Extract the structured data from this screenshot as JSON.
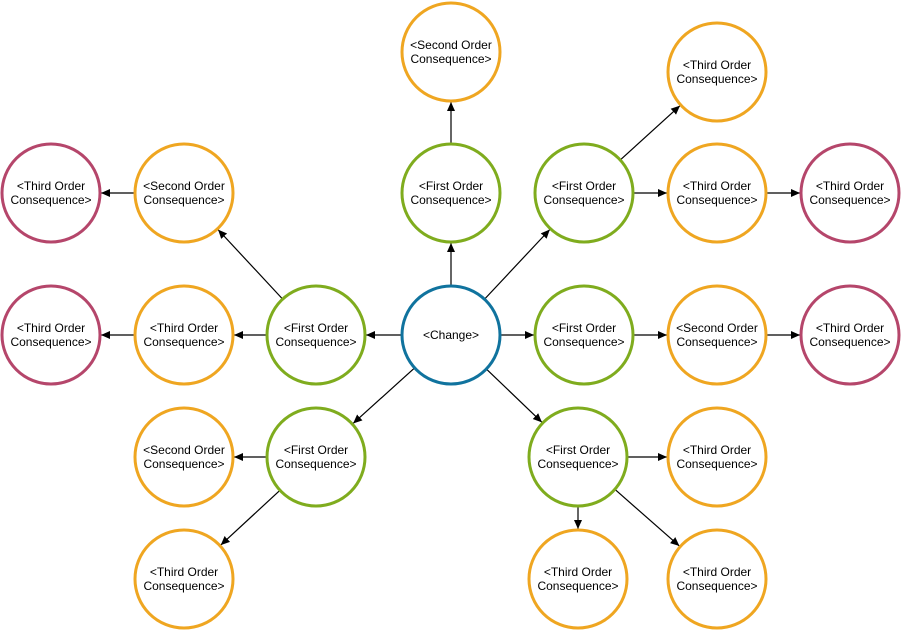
{
  "colors": {
    "change": "#10739e",
    "first": "#7fac1e",
    "second": "#efa621",
    "third": "#efa621",
    "terminal": "#b5466b",
    "arrow": "#000000",
    "fill": "#ffffff"
  },
  "nodes": [
    {
      "id": "change",
      "kind": "change",
      "lines": [
        "<Change>"
      ]
    },
    {
      "id": "f-up",
      "kind": "first",
      "lines": [
        "<First Order",
        "Consequence>"
      ]
    },
    {
      "id": "f-upright",
      "kind": "first",
      "lines": [
        "<First Order",
        "Consequence>"
      ]
    },
    {
      "id": "f-right",
      "kind": "first",
      "lines": [
        "<First Order",
        "Consequence>"
      ]
    },
    {
      "id": "f-downright",
      "kind": "first",
      "lines": [
        "<First Order",
        "Consequence>"
      ]
    },
    {
      "id": "f-downleft",
      "kind": "first",
      "lines": [
        "<First Order",
        "Consequence>"
      ]
    },
    {
      "id": "f-left",
      "kind": "first",
      "lines": [
        "<First Order",
        "Consequence>"
      ]
    },
    {
      "id": "s-top",
      "kind": "second",
      "lines": [
        "<Second Order",
        "Consequence>"
      ]
    },
    {
      "id": "s-right",
      "kind": "second",
      "lines": [
        "<Second Order",
        "Consequence>"
      ]
    },
    {
      "id": "s-left-upper",
      "kind": "second",
      "lines": [
        "<Second Order",
        "Consequence>"
      ]
    },
    {
      "id": "s-bottom-left",
      "kind": "second",
      "lines": [
        "<Second Order",
        "Consequence>"
      ]
    },
    {
      "id": "t-ur-top",
      "kind": "third",
      "lines": [
        "<Third Order",
        "Consequence>"
      ]
    },
    {
      "id": "t-ur-mid",
      "kind": "third",
      "lines": [
        "<Third Order",
        "Consequence>"
      ]
    },
    {
      "id": "t-ur-far",
      "kind": "terminal",
      "lines": [
        "<Third Order",
        "Consequence>"
      ]
    },
    {
      "id": "t-r-far",
      "kind": "terminal",
      "lines": [
        "<Third Order",
        "Consequence>"
      ]
    },
    {
      "id": "t-dr-right",
      "kind": "third",
      "lines": [
        "<Third Order",
        "Consequence>"
      ]
    },
    {
      "id": "t-dr-below",
      "kind": "third",
      "lines": [
        "<Third Order",
        "Consequence>"
      ]
    },
    {
      "id": "t-dr-diag",
      "kind": "third",
      "lines": [
        "<Third Order",
        "Consequence>"
      ]
    },
    {
      "id": "t-dl-diag",
      "kind": "third",
      "lines": [
        "<Third Order",
        "Consequence>"
      ]
    },
    {
      "id": "t-l-mid",
      "kind": "third",
      "lines": [
        "<Third Order",
        "Consequence>"
      ]
    },
    {
      "id": "t-l-far",
      "kind": "terminal",
      "lines": [
        "<Third Order",
        "Consequence>"
      ]
    },
    {
      "id": "t-ul-far",
      "kind": "terminal",
      "lines": [
        "<Third Order",
        "Consequence>"
      ]
    }
  ],
  "edges": [
    {
      "from": "change",
      "to": "f-up"
    },
    {
      "from": "change",
      "to": "f-upright"
    },
    {
      "from": "change",
      "to": "f-right"
    },
    {
      "from": "change",
      "to": "f-downright"
    },
    {
      "from": "change",
      "to": "f-downleft"
    },
    {
      "from": "change",
      "to": "f-left"
    },
    {
      "from": "f-up",
      "to": "s-top"
    },
    {
      "from": "f-upright",
      "to": "t-ur-top"
    },
    {
      "from": "f-upright",
      "to": "t-ur-mid"
    },
    {
      "from": "t-ur-mid",
      "to": "t-ur-far"
    },
    {
      "from": "f-right",
      "to": "s-right"
    },
    {
      "from": "s-right",
      "to": "t-r-far"
    },
    {
      "from": "f-downright",
      "to": "t-dr-right"
    },
    {
      "from": "f-downright",
      "to": "t-dr-below"
    },
    {
      "from": "f-downright",
      "to": "t-dr-diag"
    },
    {
      "from": "f-downleft",
      "to": "s-bottom-left"
    },
    {
      "from": "f-downleft",
      "to": "t-dl-diag"
    },
    {
      "from": "f-left",
      "to": "t-l-mid"
    },
    {
      "from": "t-l-mid",
      "to": "t-l-far"
    },
    {
      "from": "f-left",
      "to": "s-left-upper"
    },
    {
      "from": "s-left-upper",
      "to": "t-ul-far"
    }
  ]
}
